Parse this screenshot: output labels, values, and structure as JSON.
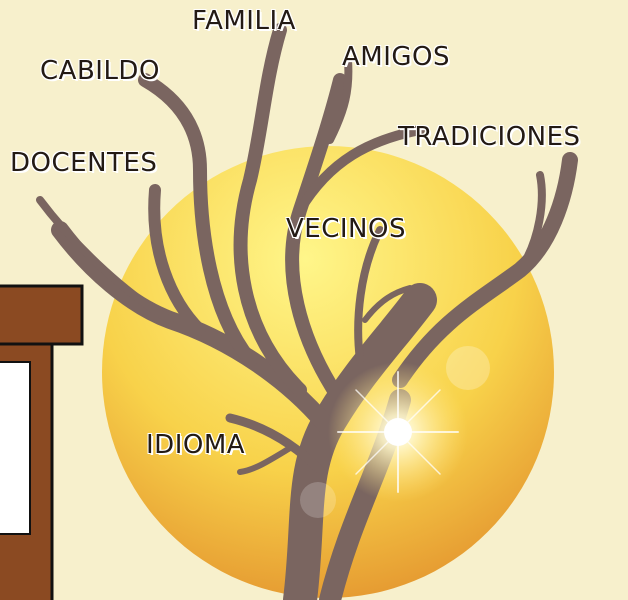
{
  "labels": {
    "familia": "FAMILIA",
    "amigos": "AMIGOS",
    "cabildo": "CABILDO",
    "tradiciones": "TRADICIONES",
    "docentes": "DOCENTES",
    "vecinos": "VECINOS",
    "idioma": "IDIOMA"
  },
  "colors": {
    "background": "#f7f0cc",
    "sun_light": "#fff27a",
    "sun_dark": "#e79a2c",
    "branch": "#7a6560",
    "panel_brown": "#8b4a22"
  }
}
